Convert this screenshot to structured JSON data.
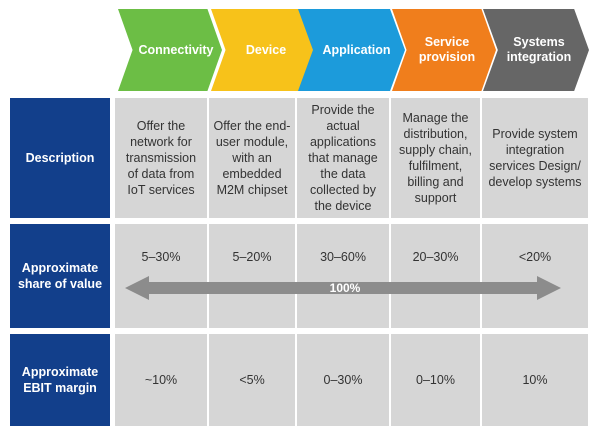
{
  "stages": [
    {
      "label": "Connectivity",
      "color": "#6cbe45"
    },
    {
      "label": "Device",
      "color": "#f7c21a"
    },
    {
      "label": "Application",
      "color": "#1c9bdb"
    },
    {
      "label": "Service provision",
      "color": "#f07e1c"
    },
    {
      "label": "Systems integration",
      "color": "#666666"
    }
  ],
  "rows": [
    {
      "header": "Description",
      "cells": [
        "Offer the network for transmission of data from IoT services",
        "Offer the end-user module, with an embedded M2M chipset",
        "Provide the actual applications that manage the data collected by the device",
        "Manage the distribution, supply chain, fulfilment, billing and support",
        "Provide system integration services Design/ develop systems"
      ]
    },
    {
      "header": "Approximate share of value",
      "cells": [
        "5–30%",
        "5–20%",
        "30–60%",
        "20–30%",
        "<20%"
      ],
      "arrow_label": "100%"
    },
    {
      "header": "Approximate EBIT margin",
      "cells": [
        "~10%",
        "<5%",
        "0–30%",
        "0–10%",
        "10%"
      ]
    }
  ]
}
